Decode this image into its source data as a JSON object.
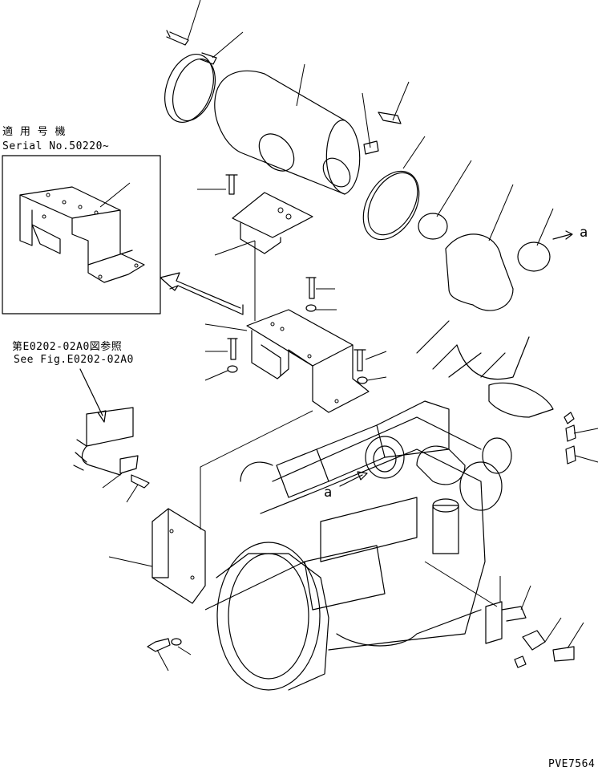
{
  "inset_note": {
    "title_jp": "適 用 号 機",
    "serial": "Serial No.50220~"
  },
  "reference_note": {
    "jp": "第E0202-02A0図参照",
    "en": "See Fig.E0202-02A0"
  },
  "arrow_labels": {
    "upper": "a",
    "lower": "a"
  },
  "drawing_code": "PVE7564"
}
